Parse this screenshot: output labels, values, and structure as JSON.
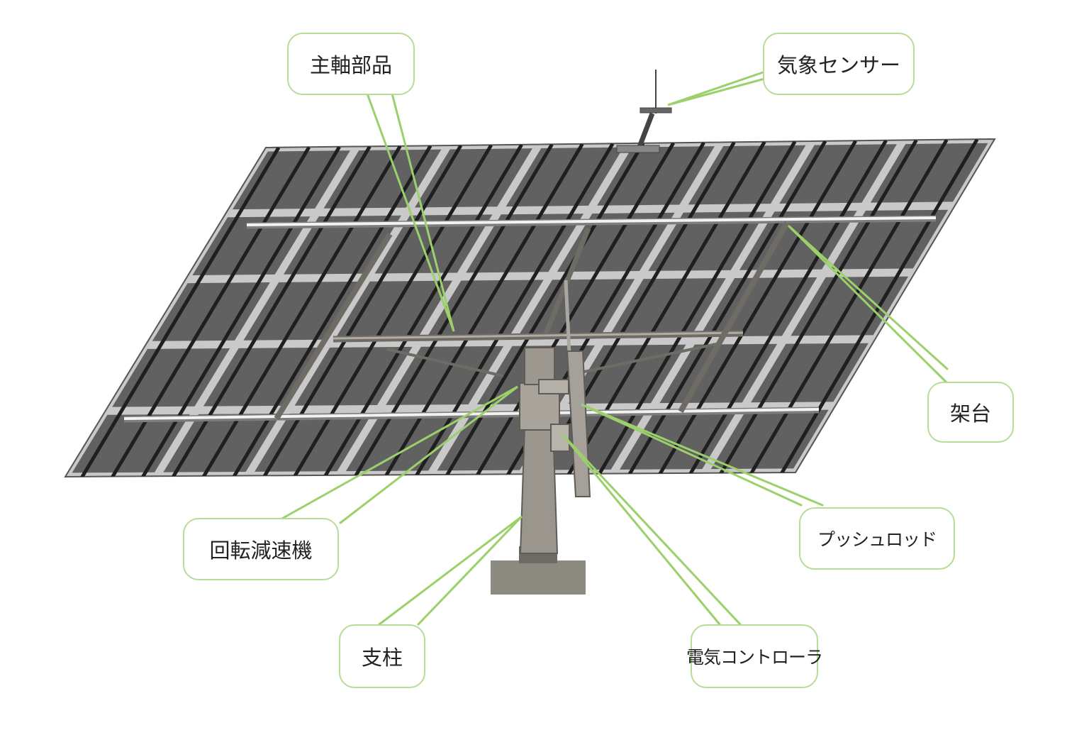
{
  "diagram": {
    "labels": {
      "main_shaft": "主軸部品",
      "weather_sensor": "気象センサー",
      "frame": "架台",
      "slewing_reducer": "回転減速機",
      "push_rod": "プッシュロッド",
      "pillar": "支柱",
      "controller": "電気コントローラ"
    },
    "colors": {
      "leader_line": "#9bd06b",
      "callout_border": "#b7dc9a",
      "panel_cell": "#616161",
      "panel_frame": "#c9c9c9",
      "steel": "#8f8b83"
    }
  }
}
